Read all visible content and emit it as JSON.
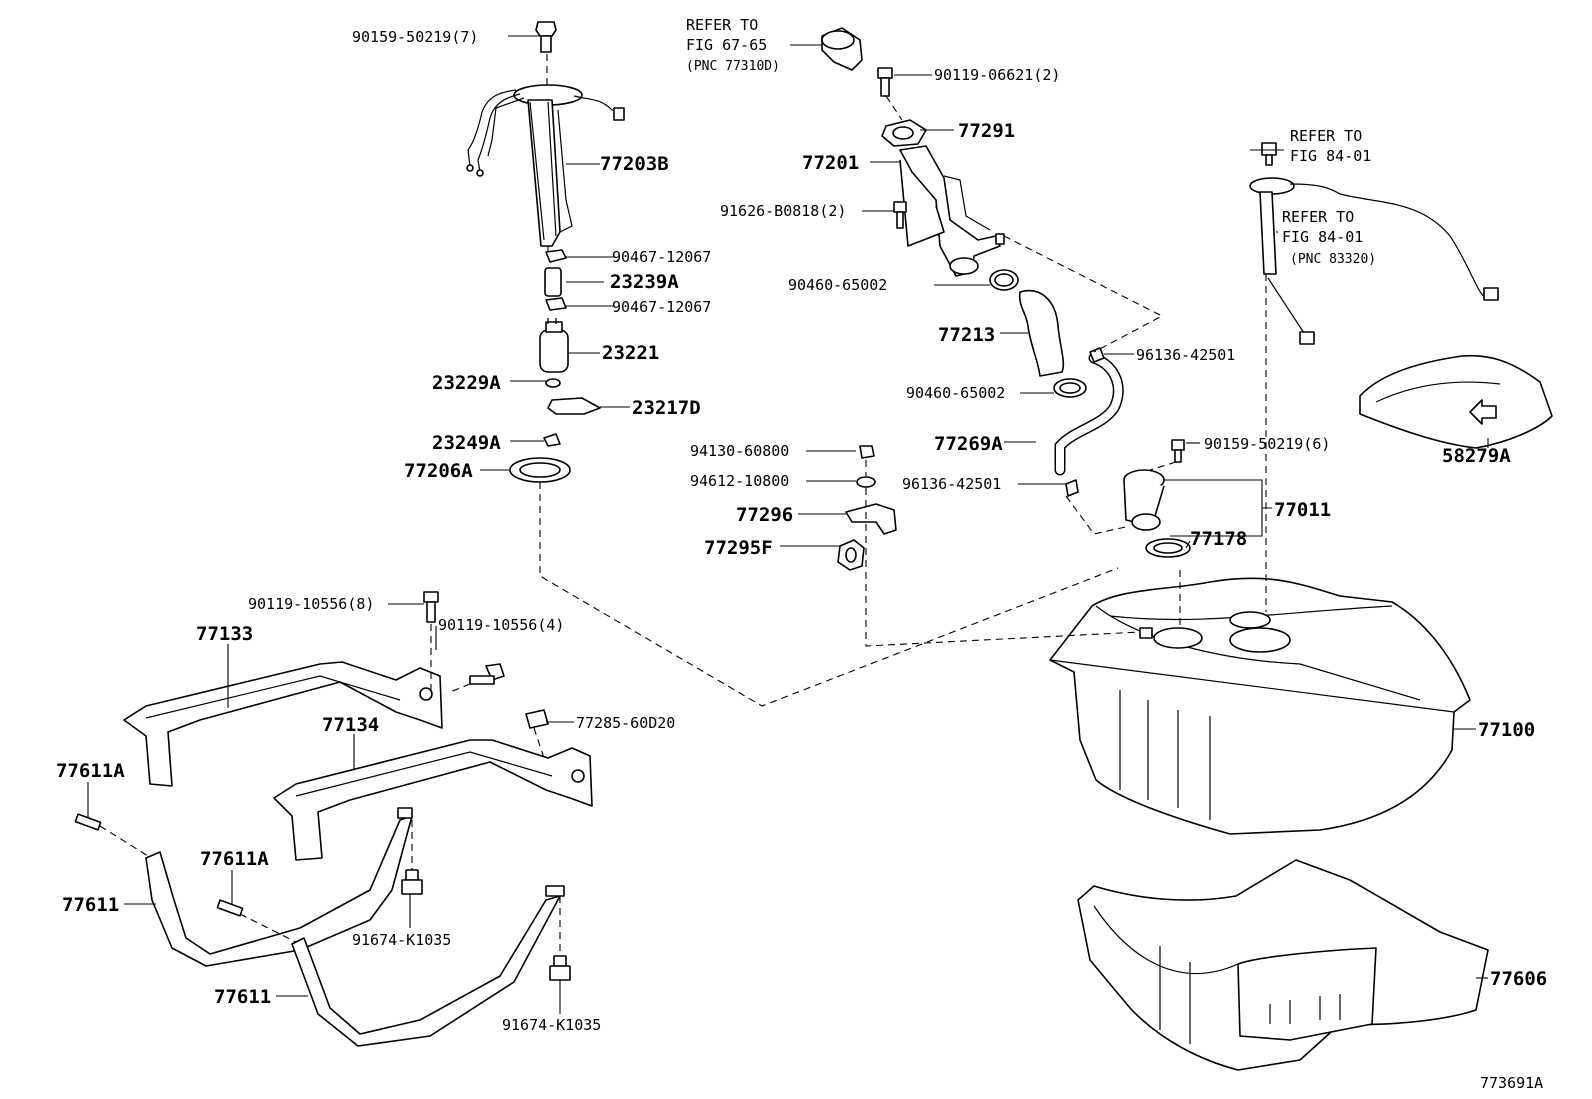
{
  "diagram_id": "773691A",
  "callouts": [
    {
      "id": "c01",
      "text": "90159-50219(7)"
    },
    {
      "id": "c02",
      "text": "77203B"
    },
    {
      "id": "c03",
      "text": "90467-12067"
    },
    {
      "id": "c04",
      "text": "23239A"
    },
    {
      "id": "c05",
      "text": "90467-12067"
    },
    {
      "id": "c06",
      "text": "23221"
    },
    {
      "id": "c07",
      "text": "23229A"
    },
    {
      "id": "c08",
      "text": "23217D"
    },
    {
      "id": "c09",
      "text": "23249A"
    },
    {
      "id": "c10",
      "text": "77206A"
    },
    {
      "id": "c11",
      "text": "REFER TO"
    },
    {
      "id": "c12",
      "text": "FIG 67-65"
    },
    {
      "id": "c13",
      "text": "(PNC 77310D)"
    },
    {
      "id": "c14",
      "text": "90119-06621(2)"
    },
    {
      "id": "c15",
      "text": "77291"
    },
    {
      "id": "c16",
      "text": "77201"
    },
    {
      "id": "c17",
      "text": "91626-B0818(2)"
    },
    {
      "id": "c18",
      "text": "90460-65002"
    },
    {
      "id": "c19",
      "text": "77213"
    },
    {
      "id": "c20",
      "text": "96136-42501"
    },
    {
      "id": "c21",
      "text": "90460-65002"
    },
    {
      "id": "c22",
      "text": "77269A"
    },
    {
      "id": "c23",
      "text": "94130-60800"
    },
    {
      "id": "c24",
      "text": "94612-10800"
    },
    {
      "id": "c25",
      "text": "77296"
    },
    {
      "id": "c26",
      "text": "77295F"
    },
    {
      "id": "c27",
      "text": "96136-42501"
    },
    {
      "id": "c28",
      "text": "REFER TO"
    },
    {
      "id": "c29",
      "text": "FIG 84-01"
    },
    {
      "id": "c30",
      "text": "REFER TO"
    },
    {
      "id": "c31",
      "text": "FIG 84-01"
    },
    {
      "id": "c32",
      "text": "(PNC 83320)"
    },
    {
      "id": "c33",
      "text": "58279A"
    },
    {
      "id": "c34",
      "text": "90159-50219(6)"
    },
    {
      "id": "c35",
      "text": "77011"
    },
    {
      "id": "c36",
      "text": "77178"
    },
    {
      "id": "c37",
      "text": "77100"
    },
    {
      "id": "c38",
      "text": "77606"
    },
    {
      "id": "c39",
      "text": "90119-10556(8)"
    },
    {
      "id": "c40",
      "text": "77133"
    },
    {
      "id": "c41",
      "text": "90119-10556(4)"
    },
    {
      "id": "c42",
      "text": "77285-60D20"
    },
    {
      "id": "c43",
      "text": "77134"
    },
    {
      "id": "c44",
      "text": "77611A"
    },
    {
      "id": "c45",
      "text": "77611A"
    },
    {
      "id": "c46",
      "text": "77611"
    },
    {
      "id": "c47",
      "text": "91674-K1035"
    },
    {
      "id": "c48",
      "text": "77611"
    },
    {
      "id": "c49",
      "text": "91674-K1035"
    }
  ]
}
